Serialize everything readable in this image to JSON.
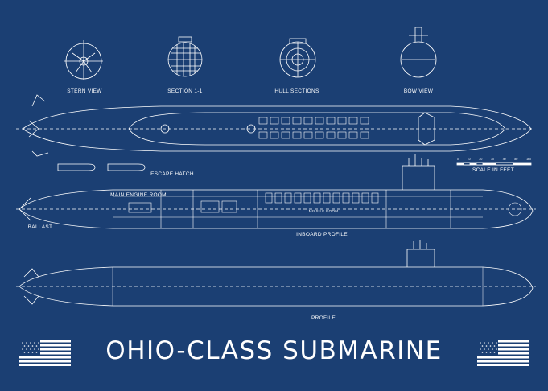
{
  "title": "OHIO-CLASS SUBMARINE",
  "labels": {
    "stern_view": "STERN VIEW",
    "section": "SECTION 1-1",
    "hull_sections": "HULL SECTIONS",
    "bow_view": "BOW VIEW",
    "escape_hatch": "ESCAPE HATCH",
    "scale": "SCALE IN FEET",
    "main_engine_room": "MAIN ENGINE ROOM",
    "missile_room": "MISSILE ROOM",
    "ballast": "BALLAST",
    "inboard_profile": "INBOARD PROFILE",
    "profile": "PROFILE"
  },
  "scale_ticks": [
    "0",
    "10",
    "20",
    "30",
    "40",
    "80",
    "160"
  ],
  "colors": {
    "background": "#1b3f73",
    "line": "#ffffff",
    "flag_field": "#1b3f73"
  },
  "icons": [
    "us-flag-icon"
  ]
}
